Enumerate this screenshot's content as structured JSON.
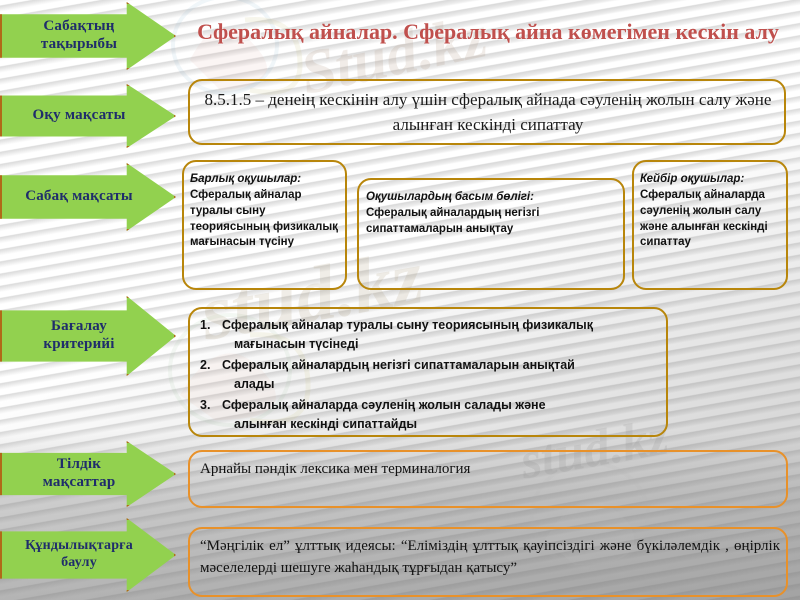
{
  "slide": {
    "title": "Сфералық айналар. Сфералық айна көмегімен кескін алу",
    "title_color": "#C0504D",
    "arrow_color": "#92D14F",
    "arrow_border_color": "#B06A18",
    "box_border_color": "#B8860B",
    "arrow_text_color": "#1F2D6B"
  },
  "watermarks": {
    "a": "Stud.kz",
    "b": "stud.kz",
    "c": "stud.kz"
  },
  "arrows": [
    {
      "label_line1": "Сабақтың",
      "label_line2": "тақырыбы"
    },
    {
      "label_line1": "Оқу мақсаты",
      "label_line2": ""
    },
    {
      "label_line1": "Сабақ мақсаты",
      "label_line2": ""
    },
    {
      "label_line1": "Бағалау",
      "label_line2": "критерийі"
    },
    {
      "label_line1": "Тілдік",
      "label_line2": "мақсаттар"
    },
    {
      "label_line1": "Құндылықтарға",
      "label_line2": "баулу"
    }
  ],
  "objective": {
    "text": "8.5.1.5 – денеің кескінін алу үшін сфералық айнада сәуленің жолын салу және алынған кескінді сипаттау"
  },
  "goal_columns": [
    {
      "header": "Барлық оқушылар:",
      "body": "Сфералық айналар туралы сыну теориясының физикалық мағынасын түсіну"
    },
    {
      "header": "Оқушылардың басым бөлігі:",
      "body": "Сфералық айналардың негізгі сипаттамаларын анықтау"
    },
    {
      "header": "Кейбір оқушылар:",
      "body": "Сфералық айналарда сәуленің жолын салу және алынған кескінді сипаттау"
    }
  ],
  "criteria": [
    {
      "num": "1.",
      "text": "Сфералық айналар туралы сыну теориясының физикалық",
      "cont": "мағынасын түсінеді"
    },
    {
      "num": "2.",
      "text": "Сфералық айналардың негізгі сипаттамаларын анықтай",
      "cont": "алады"
    },
    {
      "num": "3.",
      "text": " Сфералық айналарда сәуленің жолын салады  және",
      "cont": "алынған кескінді сипаттайды"
    }
  ],
  "language_goals": {
    "text": "Арнайы пәндік лексика мен терминалогия"
  },
  "values": {
    "text": "“Мәңгілік ел” ұлттық идеясы: “Еліміздің ұлттық қауіпсіздігі және бүкіләлемдік , өңірлік   мәселелерді шешуге жаһандық тұрғыдан қатысу”"
  }
}
